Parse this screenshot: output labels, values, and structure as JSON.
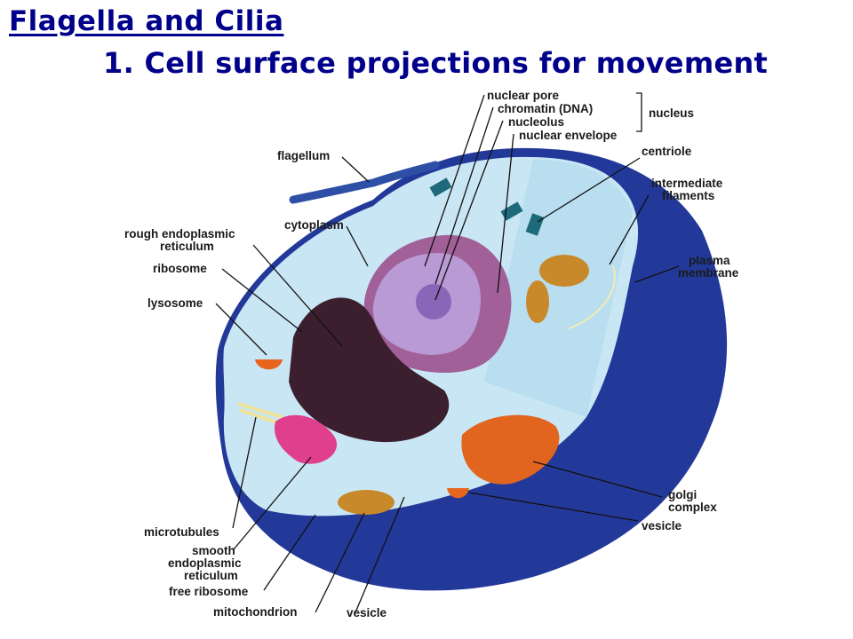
{
  "title": "Flagella and Cilia",
  "subtitle": "1. Cell surface projections for movement",
  "labels": {
    "nuclear_pore": "nuclear pore",
    "chromatin": "chromatin (DNA)",
    "nucleolus": "nucleolus",
    "nuclear_envelope": "nuclear envelope",
    "nucleus": "nucleus",
    "centriole": "centriole",
    "flagellum": "flagellum",
    "intermediate_filaments": [
      "intermediate",
      "filaments"
    ],
    "cytoplasm": "cytoplasm",
    "rough_er": [
      "rough endoplasmic",
      "reticulum"
    ],
    "plasma_membrane": [
      "plasma",
      "membrane"
    ],
    "ribosome": "ribosome",
    "lysosome": "lysosome",
    "golgi_complex": [
      "golgi",
      "complex"
    ],
    "vesicle_right": "vesicle",
    "microtubules": "microtubules",
    "smooth_er": [
      "smooth",
      "endoplasmic",
      "reticulum"
    ],
    "free_ribosome": "free ribosome",
    "mitochondrion": "mitochondrion",
    "vesicle_bottom": "vesicle"
  },
  "colors": {
    "title": "#00008b",
    "cytoplasm": "#c9e6f4",
    "membrane": "#2a3f9a",
    "nucleus": "#9b5a8e",
    "golgi": "#e2651f",
    "mitochondria": "#c8892a"
  }
}
